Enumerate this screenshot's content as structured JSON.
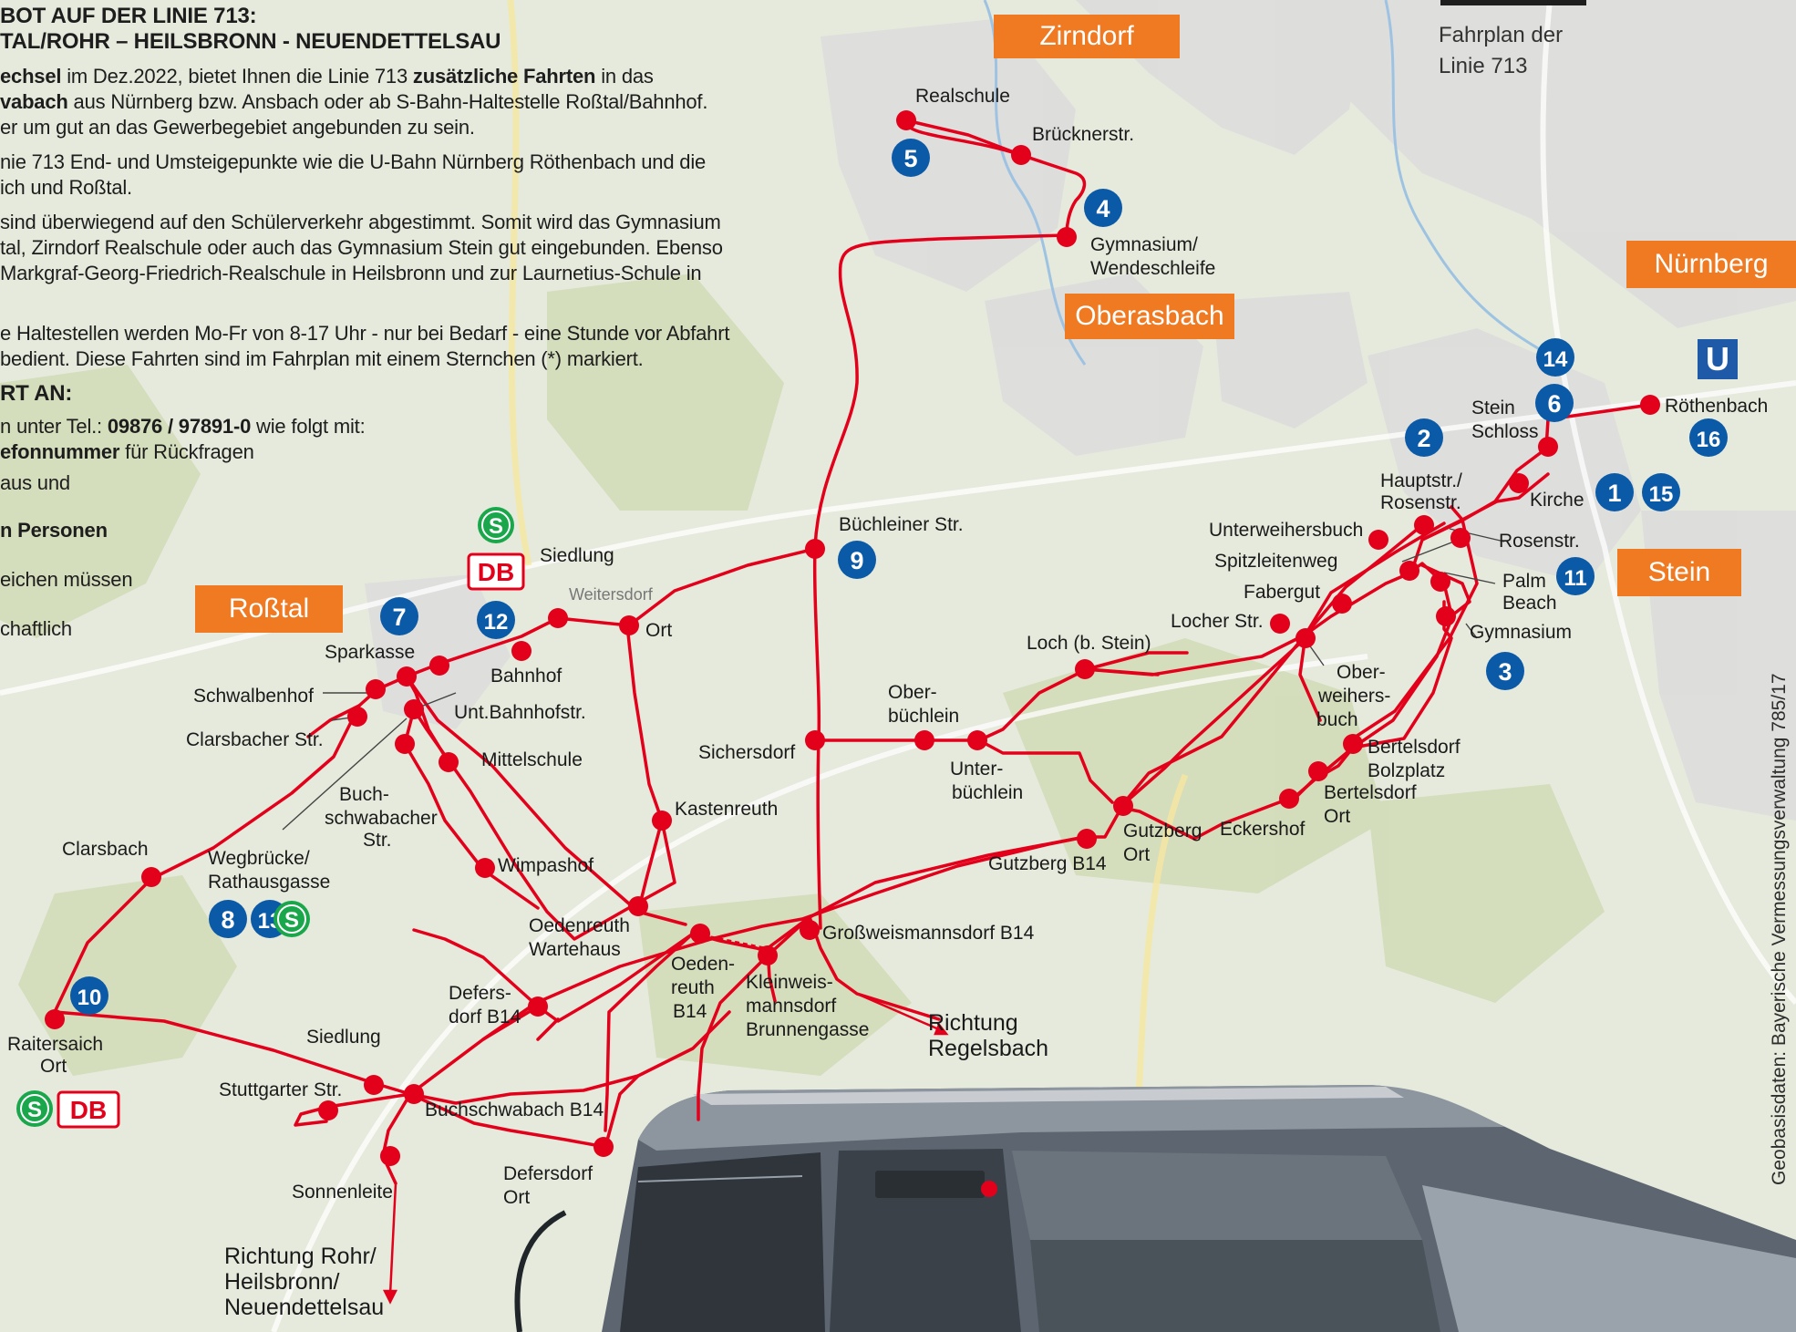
{
  "intro": {
    "heading1": "BOT AUF DER LINIE 713:",
    "heading2": "TAL/ROHR – HEILSBRONN - NEUENDETTELSAU",
    "p1_l1_a": "echsel",
    "p1_l1_b": " im Dez.2022, bietet Ihnen die Linie 713 ",
    "p1_l1_c": "zusätzliche Fahrten",
    "p1_l1_d": " in das",
    "p1_l2_a": "vabach",
    "p1_l2_b": " aus Nürnberg bzw. Ansbach oder ab S-Bahn-Haltestelle Roßtal/Bahnhof.",
    "p1_l3": "er um gut an das Gewerbegebiet angebunden zu sein.",
    "p2_l1": "nie 713 End- und Umsteigepunkte wie die U-Bahn Nürnberg Röthenbach und die",
    "p2_l2": "ich und Roßtal.",
    "p3_l1": "sind überwiegend auf den Schülerverkehr abgestimmt. Somit wird das Gymnasium",
    "p3_l2": "tal, Zirndorf Realschule oder auch das Gymnasium Stein gut eingebunden. Ebenso",
    "p3_l3": " Markgraf-Georg-Friedrich-Realschule in Heilsbronn und zur Laurnetius-Schule in",
    "p4_l1": "e Haltestellen werden Mo-Fr von 8-17 Uhr - nur bei Bedarf - eine Stunde vor Abfahrt",
    "p4_l2": "bedient. Diese Fahrten sind im Fahrplan mit einem Sternchen (*) markiert.",
    "rt_heading": "RT AN:",
    "tel_a": "n unter Tel.: ",
    "tel_b": "09876 / 97891-0",
    "tel_c": " wie folgt mit:",
    "tel2_a": "efonnummer",
    "tel2_b": " für Rückfragen",
    "line_aus": "aus und",
    "line_personen": "n Personen",
    "line_eichen": "eichen müssen",
    "line_chaft": "chaftlich"
  },
  "towns": {
    "zirndorf": "Zirndorf",
    "oberasbach": "Oberasbach",
    "rosstal": "Roßtal",
    "nuernberg": "Nürnberg",
    "stein": "Stein"
  },
  "fahrplan": {
    "line1": "Fahrplan der",
    "line2": "Linie 713"
  },
  "credit": "Geobasisdaten: Bayerische Vermessungsverwaltung 785/17",
  "stops": {
    "realschule": "Realschule",
    "bruecknerstr": "Brücknerstr.",
    "gymnasium_wende_1": "Gymnasium/",
    "gymnasium_wende_2": "Wendeschleife",
    "roethenbach": "Röthenbach",
    "stein_schloss_1": "Stein",
    "stein_schloss_2": "Schloss",
    "hauptstr_1": "Hauptstr./",
    "hauptstr_2": "Rosenstr.",
    "kirche": "Kirche",
    "unterweihersbuch": "Unterweihersbuch",
    "rosenstr": "Rosenstr.",
    "spitzleitenweg": "Spitzleitenweg",
    "palm_1": "Palm",
    "palm_2": "Beach",
    "fabergut": "Fabergut",
    "locher_str": "Locher Str.",
    "gymnasium": "Gymnasium",
    "loch": "Loch (b. Stein)",
    "oberweihersbuch_1": "Ober-",
    "oberweihersbuch_2": "weihers-",
    "oberweihersbuch_3": "buch",
    "buechleiner_str": "Büchleiner Str.",
    "siedlung_n": "Siedlung",
    "weitersdorf": "Weitersdorf",
    "ort_w": "Ort",
    "bahnhof": "Bahnhof",
    "sparkasse": "Sparkasse",
    "schwalbenhof": "Schwalbenhof",
    "unt_bahnhofstr": "Unt.Bahnhofstr.",
    "clarsbacher_str": "Clarsbacher Str.",
    "mittelschule": "Mittelschule",
    "buchschwabacher_1": "Buch-",
    "buchschwabacher_2": "schwabacher",
    "buchschwabacher_3": "Str.",
    "oberbuechlein_1": "Ober-",
    "oberbuechlein_2": "büchlein",
    "sichersdorf": "Sichersdorf",
    "unterbuechlein_1": "Unter-",
    "unterbuechlein_2": "büchlein",
    "bertelsdorf_bolz_1": "Bertelsdorf",
    "bertelsdorf_bolz_2": "Bolzplatz",
    "bertelsdorf_ort_1": "Bertelsdorf",
    "bertelsdorf_ort_2": "Ort",
    "eckershof": "Eckershof",
    "gutzberg_ort_1": "Gutzberg",
    "gutzberg_ort_2": "Ort",
    "gutzberg_b14": "Gutzberg B14",
    "kastenreuth": "Kastenreuth",
    "clarsbach": "Clarsbach",
    "wegbruecke_1": "Wegbrücke/",
    "wegbruecke_2": "Rathausgasse",
    "wimpashof": "Wimpashof",
    "oedenreuth_w_1": "Oedenreuth",
    "oedenreuth_w_2": "Wartehaus",
    "grossweismannsdorf": "Großweismannsdorf B14",
    "oedenreuth_b14_1": "Oeden-",
    "oedenreuth_b14_2": "reuth",
    "oedenreuth_b14_3": "B14",
    "kleinweis_1": "Kleinweis-",
    "kleinweis_2": "mannsdorf",
    "kleinweis_3": "Brunnengasse",
    "richtung_regelsbach_1": "Richtung",
    "richtung_regelsbach_2": "Regelsbach",
    "defersdorf_b14_1": "Defers-",
    "defersdorf_b14_2": "dorf B14",
    "raitersaich_1": "Raitersaich",
    "raitersaich_2": "Ort",
    "siedlung_s": "Siedlung",
    "stuttgarter_str": "Stuttgarter Str.",
    "buchschwabach_b14": "Buchschwabach B14",
    "defersdorf_ort_1": "Defersdorf",
    "defersdorf_ort_2": "Ort",
    "sonnenleite": "Sonnenleite",
    "richtung_rohr_1": "Richtung Rohr/",
    "richtung_rohr_2": "Heilsbronn/",
    "richtung_rohr_3": "Neuendettelsau"
  },
  "badges": {
    "b1": "1",
    "b2": "2",
    "b3": "3",
    "b4": "4",
    "b5": "5",
    "b6": "6",
    "b7": "7",
    "b8": "8",
    "b9": "9",
    "b10": "10",
    "b11": "11",
    "b12": "12",
    "b13": "13",
    "b14": "14",
    "b15": "15",
    "b16": "16"
  },
  "symbols": {
    "s_bahn": "S",
    "db": "DB",
    "u_bahn": "U"
  },
  "colors": {
    "route": "#e3001b",
    "badge": "#0b5aa8",
    "town_box": "#f07a22",
    "s_bahn": "#1aa64a"
  }
}
